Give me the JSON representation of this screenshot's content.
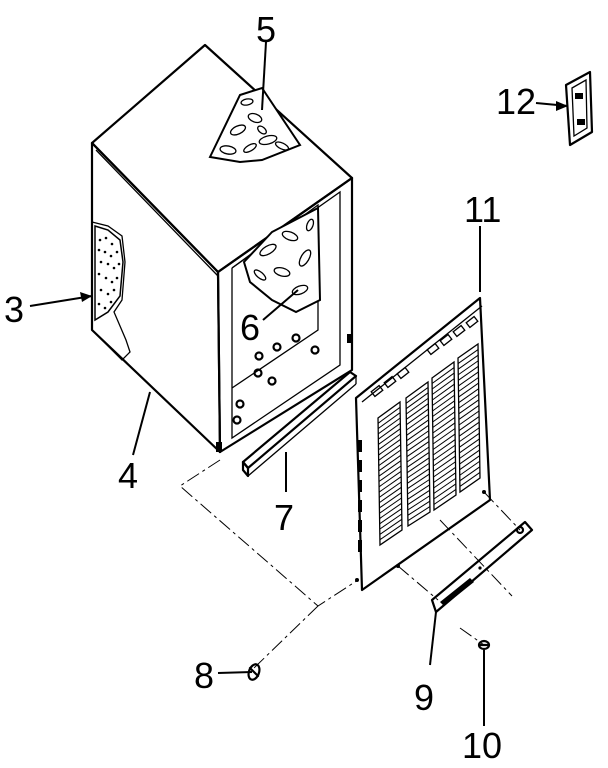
{
  "callouts": {
    "c3": "3",
    "c4": "4",
    "c5": "5",
    "c6": "6",
    "c7": "7",
    "c8": "8",
    "c9": "9",
    "c10": "10",
    "c11": "11",
    "c12": "12"
  },
  "parts": [
    "cabinet-shell",
    "side-insulation",
    "top-insulation",
    "inner-insulation",
    "mounting-rail",
    "front-grille",
    "nameplate",
    "screw-8",
    "screw-10",
    "control-knob-plate"
  ]
}
